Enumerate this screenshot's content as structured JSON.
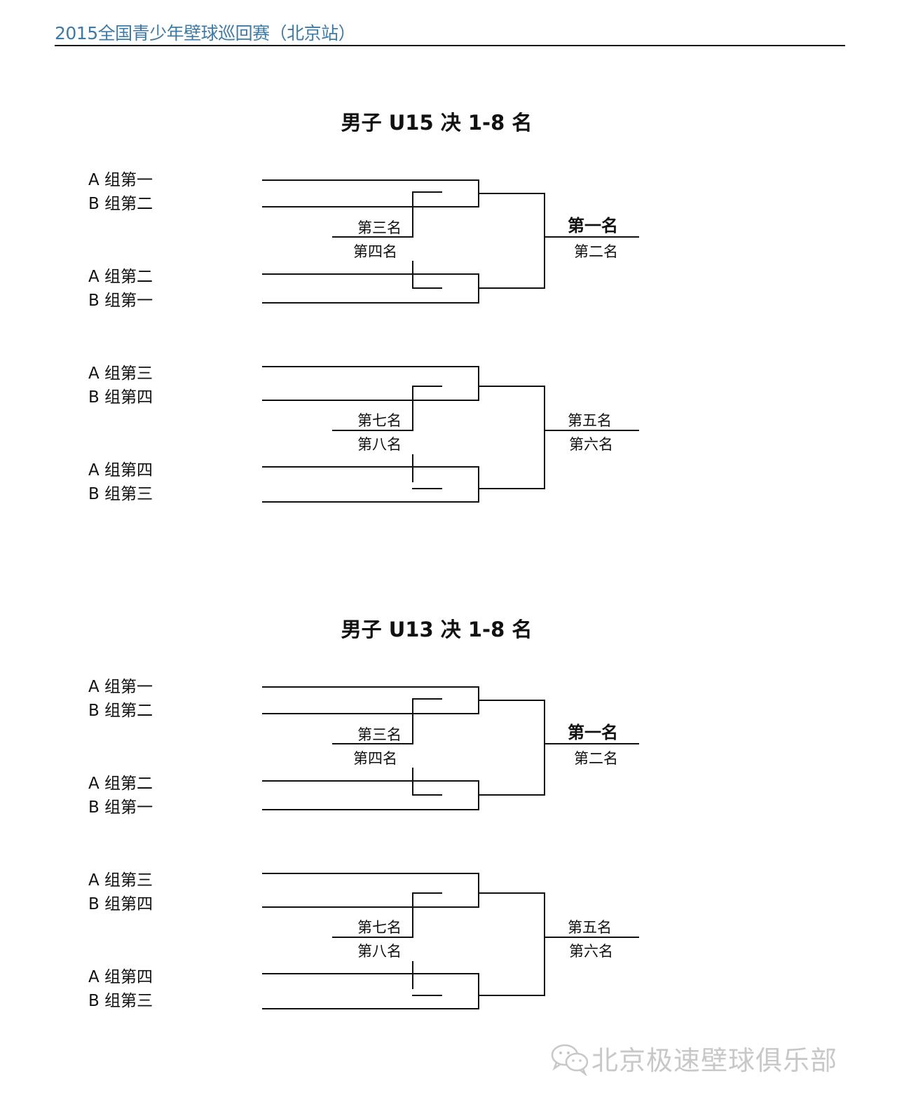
{
  "header": {
    "title": "2015全国青少年壁球巡回赛（北京站）"
  },
  "brackets": [
    {
      "title": "男子 U15 决 1-8 名",
      "seeds": [
        "A 组第一",
        "B 组第二",
        "A 组第二",
        "B 组第一",
        "A 组第三",
        "B 组第四",
        "A 组第四",
        "B 组第三"
      ],
      "places": {
        "first": "第一名",
        "second": "第二名",
        "third": "第三名",
        "fourth": "第四名",
        "fifth": "第五名",
        "sixth": "第六名",
        "seventh": "第七名",
        "eighth": "第八名"
      }
    },
    {
      "title": "男子 U13 决 1-8 名",
      "seeds": [
        "A 组第一",
        "B 组第二",
        "A 组第二",
        "B 组第一",
        "A 组第三",
        "B 组第四",
        "A 组第四",
        "B 组第三"
      ],
      "places": {
        "first": "第一名",
        "second": "第二名",
        "third": "第三名",
        "fourth": "第四名",
        "fifth": "第五名",
        "sixth": "第六名",
        "seventh": "第七名",
        "eighth": "第八名"
      }
    }
  ],
  "watermark": {
    "text": "北京极速壁球俱乐部",
    "icon": "wechat-icon",
    "color": "#c8c8c8"
  }
}
